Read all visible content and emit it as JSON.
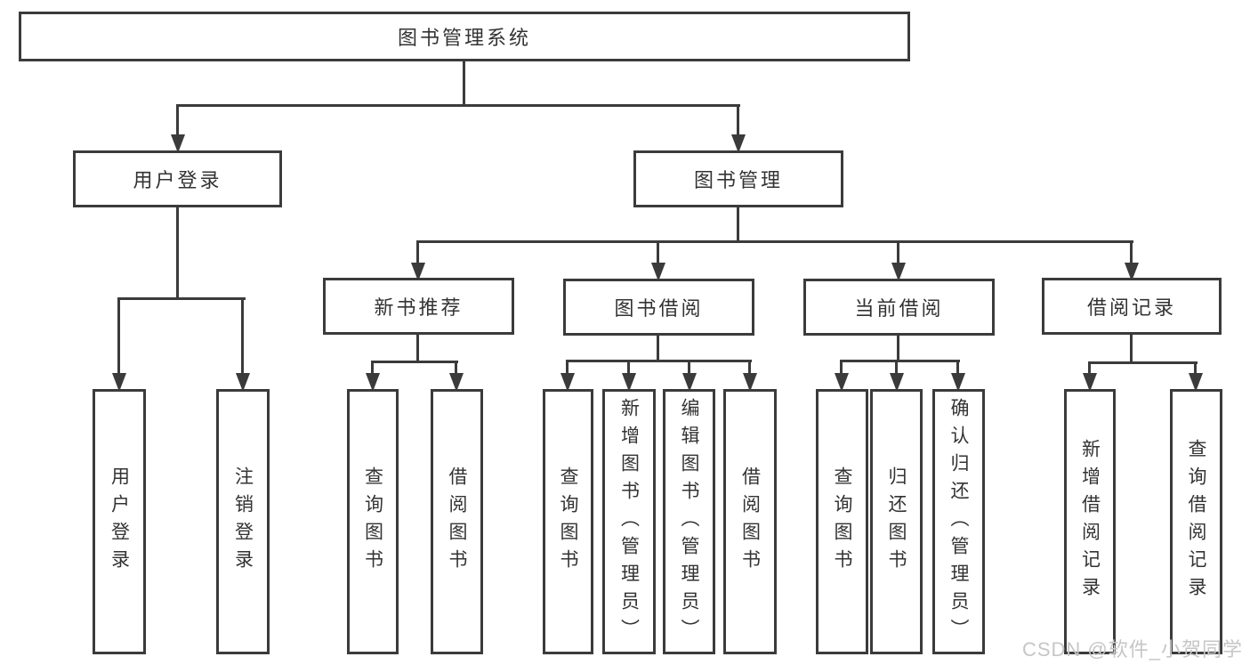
{
  "tree": {
    "root": {
      "label": "图书管理系统"
    },
    "branches": [
      {
        "label": "用户登录",
        "children": [
          {
            "label": "用户登录"
          },
          {
            "label": "注销登录"
          }
        ]
      },
      {
        "label": "图书管理",
        "children": [
          {
            "label": "新书推荐",
            "children": [
              {
                "label": "查询图书"
              },
              {
                "label": "借阅图书"
              }
            ]
          },
          {
            "label": "图书借阅",
            "children": [
              {
                "label": "查询图书"
              },
              {
                "label": "新增图书（管理员）"
              },
              {
                "label": "编辑图书（管理员）"
              },
              {
                "label": "借阅图书"
              }
            ]
          },
          {
            "label": "当前借阅",
            "children": [
              {
                "label": "查询图书"
              },
              {
                "label": "归还图书"
              },
              {
                "label": "确认归还（管理员）"
              }
            ]
          },
          {
            "label": "借阅记录",
            "children": [
              {
                "label": "新增借阅记录"
              },
              {
                "label": "查询借阅记录"
              }
            ]
          }
        ]
      }
    ]
  },
  "watermark": {
    "text": "CSDN @软件_小贺同学"
  },
  "colors": {
    "line": "#3b3b3b",
    "text": "#333333",
    "watermark": "#c6c6c6",
    "background": "#ffffff"
  }
}
